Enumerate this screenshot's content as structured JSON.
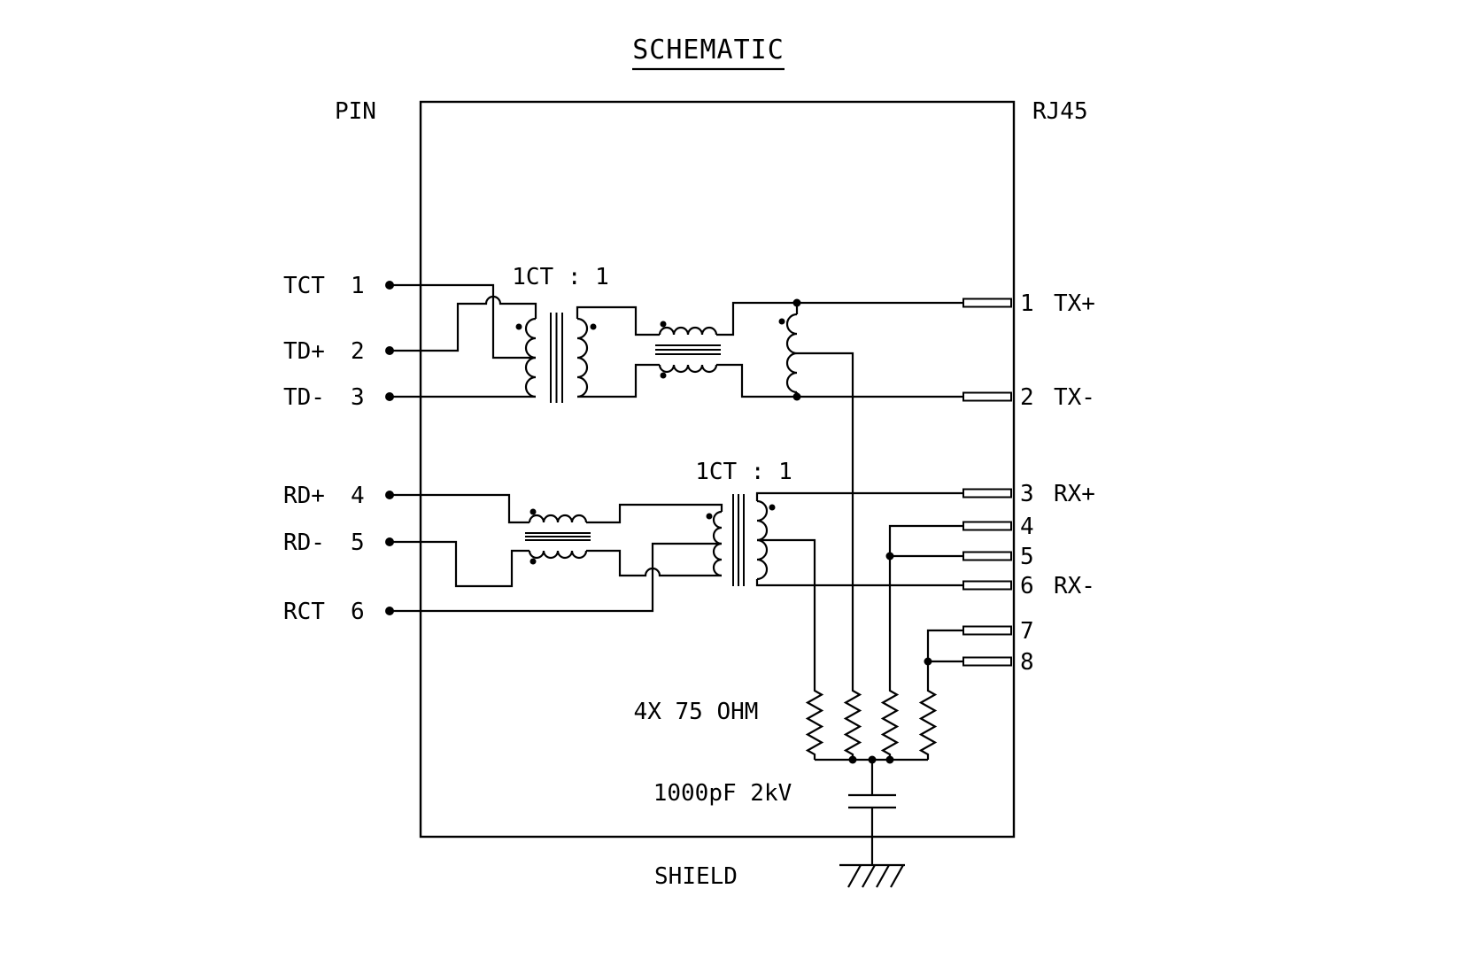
{
  "title": "SCHEMATIC",
  "headers": {
    "left": "PIN",
    "right": "RJ45"
  },
  "left_pins": [
    {
      "name": "TCT",
      "number": "1"
    },
    {
      "name": "TD+",
      "number": "2"
    },
    {
      "name": "TD-",
      "number": "3"
    },
    {
      "name": "RD+",
      "number": "4"
    },
    {
      "name": "RD-",
      "number": "5"
    },
    {
      "name": "RCT",
      "number": "6"
    }
  ],
  "right_pins": [
    {
      "number": "1",
      "signal": "TX+"
    },
    {
      "number": "2",
      "signal": "TX-"
    },
    {
      "number": "3",
      "signal": "RX+"
    },
    {
      "number": "4",
      "signal": ""
    },
    {
      "number": "5",
      "signal": ""
    },
    {
      "number": "6",
      "signal": "RX-"
    },
    {
      "number": "7",
      "signal": ""
    },
    {
      "number": "8",
      "signal": ""
    }
  ],
  "components": {
    "tx_transformer_ratio": "1CT : 1",
    "rx_transformer_ratio": "1CT : 1",
    "termination_resistors": "4X 75 OHM",
    "shield_capacitor": "1000pF 2kV",
    "shield_label": "SHIELD"
  }
}
